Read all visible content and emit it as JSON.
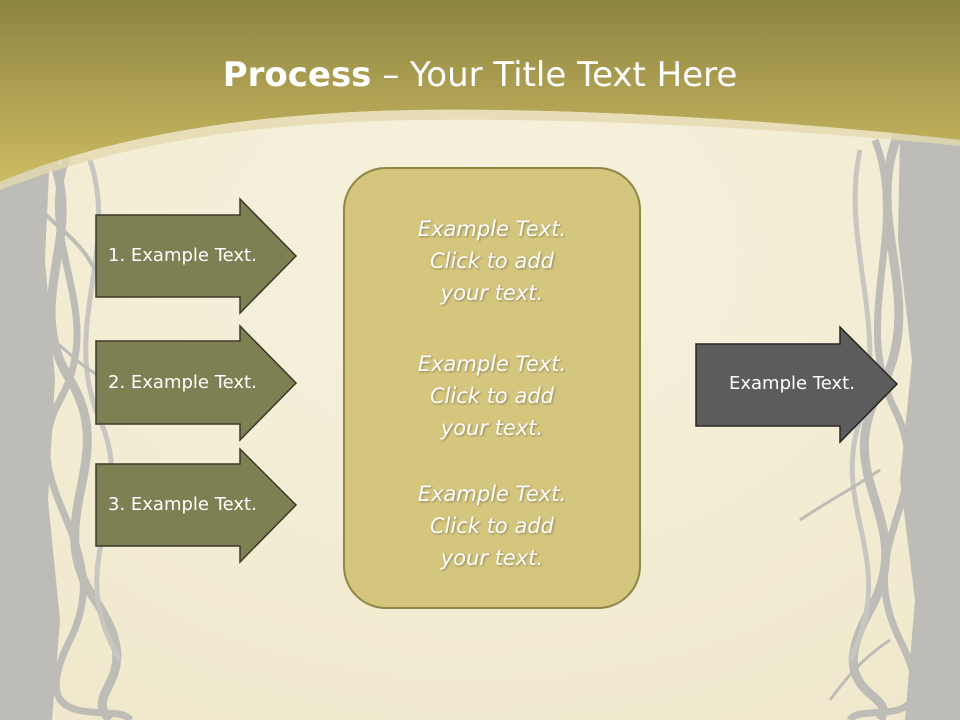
{
  "title": {
    "bold": "Process",
    "rest": " – Your Title Text Here"
  },
  "colors": {
    "header_top": "#8d8442",
    "header_bottom": "#cdbb62",
    "background": "#f4efd8",
    "arrow_fill": "#7e7f52",
    "center_fill": "#d5c67e",
    "center_border": "#8e8747",
    "output_arrow_fill": "#5c5c5c",
    "vines": "#bdbcb6"
  },
  "steps": [
    {
      "label": "1. Example Text."
    },
    {
      "label": "2. Example Text."
    },
    {
      "label": "3. Example Text."
    }
  ],
  "center_blocks": [
    {
      "lines": [
        "Example Text.",
        "Click  to add",
        "your text."
      ]
    },
    {
      "lines": [
        "Example Text.",
        "Click  to add",
        "your text."
      ]
    },
    {
      "lines": [
        "Example Text.",
        "Click  to add",
        "your text."
      ]
    }
  ],
  "output": {
    "label": "Example Text."
  }
}
